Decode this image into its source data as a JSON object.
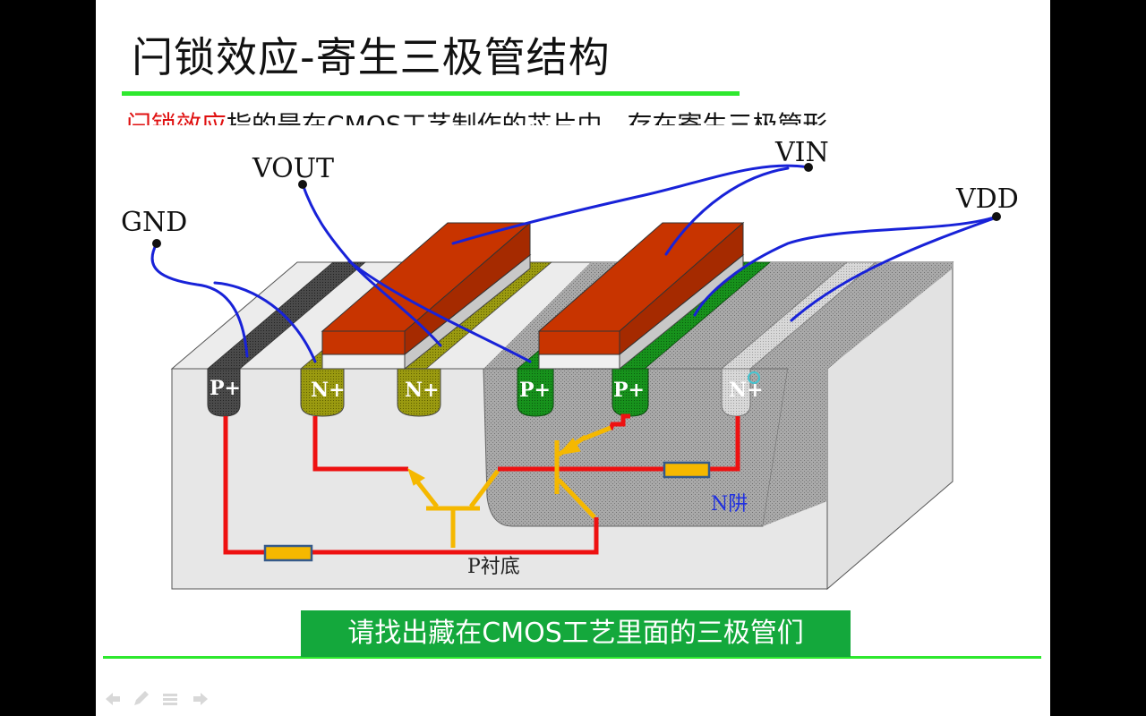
{
  "slide": {
    "title": "闩锁效应-寄生三极管结构",
    "intro_highlight": "闩锁效应",
    "intro_rest": "指的是在CMOS工艺制作的芯片中，存在寄生三极管形",
    "caption": "请找出藏在CMOS工艺里面的三极管们"
  },
  "labels": {
    "gnd": "GND",
    "vout": "VOUT",
    "vin": "VIN",
    "vdd": "VDD",
    "p1": "P+",
    "n1": "N+",
    "n2": "N+",
    "p2": "P+",
    "p3": "P+",
    "n3": "N+",
    "nwell": "N阱",
    "psub": "P衬底"
  },
  "colors": {
    "accent_green": "#2ee82e",
    "caption_bg": "#14a83c",
    "circuit_red": "#ee1111",
    "transistor_yellow": "#f5b800",
    "gate_orange": "#c83400",
    "wire_blue": "#1822d8",
    "nwell_label": "#2030e0"
  },
  "icons": [
    "nav-back-icon",
    "pen-icon",
    "menu-icon",
    "nav-forward-icon"
  ]
}
